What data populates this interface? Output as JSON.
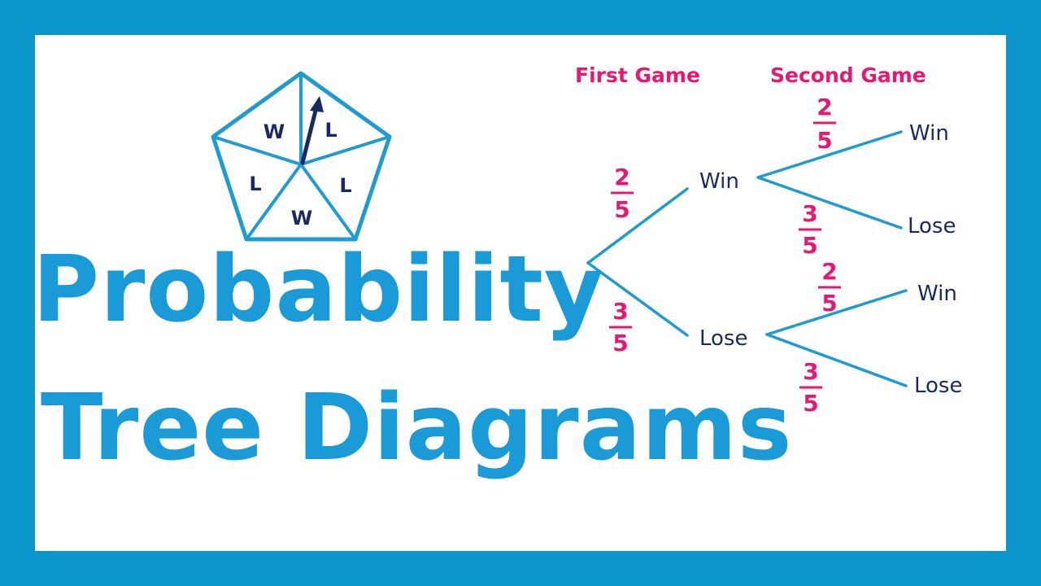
{
  "title": {
    "line1": "Probability",
    "line2": "Tree Diagrams"
  },
  "spinner": {
    "sectors": [
      "W",
      "L",
      "L",
      "W",
      "L"
    ]
  },
  "tree": {
    "headers": {
      "first": "First Game",
      "second": "Second Game"
    },
    "first_game": {
      "win": {
        "label": "Win",
        "prob_num": "2",
        "prob_den": "5"
      },
      "lose": {
        "label": "Lose",
        "prob_num": "3",
        "prob_den": "5"
      }
    },
    "second_game": {
      "after_win": {
        "win": {
          "label": "Win",
          "prob_num": "2",
          "prob_den": "5"
        },
        "lose": {
          "label": "Lose",
          "prob_num": "3",
          "prob_den": "5"
        }
      },
      "after_lose": {
        "win": {
          "label": "Win",
          "prob_num": "2",
          "prob_den": "5"
        },
        "lose": {
          "label": "Lose",
          "prob_num": "3",
          "prob_den": "5"
        }
      }
    }
  },
  "colors": {
    "border": "#0b97cb",
    "title": "#1a9ad6",
    "lines": "#1e9bd0",
    "node_text": "#1b2a5e",
    "fractions": "#e8176f"
  }
}
